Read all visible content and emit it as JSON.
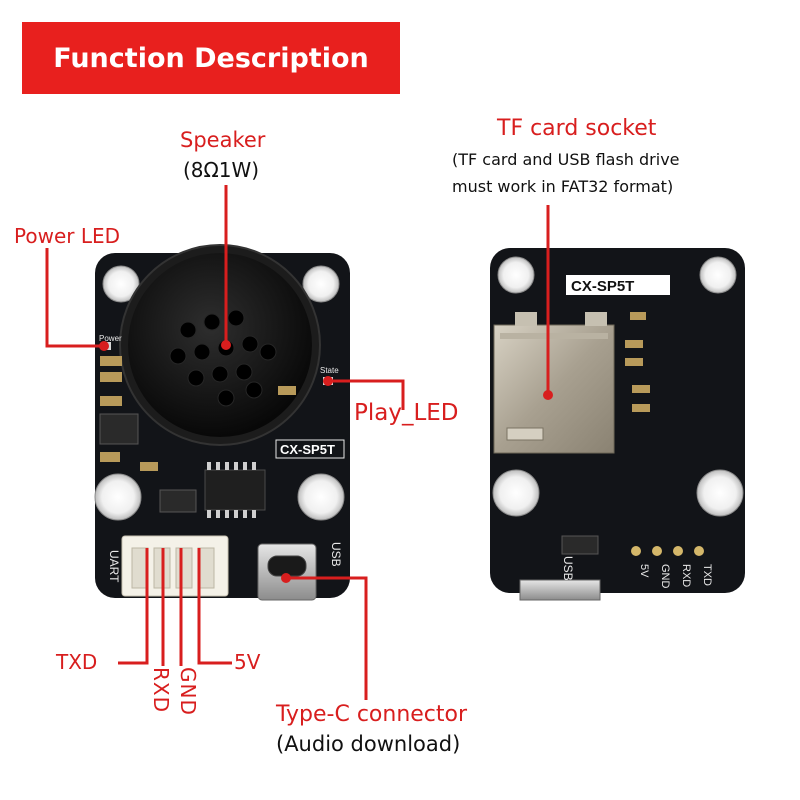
{
  "banner": {
    "title": "Function Description"
  },
  "labels": {
    "speaker": "Speaker",
    "speaker_spec": "(8Ω1W)",
    "power_led": "Power LED",
    "play_led": "Play_LED",
    "tf_socket": "TF card socket",
    "tf_note_1": "(TF card and USB flash drive",
    "tf_note_2": "must work in FAT32 format)",
    "txd": "TXD",
    "rxd": "RXD",
    "gnd": "GND",
    "v5": "5V",
    "typec": "Type-C connector",
    "typec_note": "(Audio download)"
  },
  "front_board": {
    "model": "CX-SP5T",
    "silk_power": "Power",
    "silk_state": "State",
    "silk_uart": "UART",
    "silk_usb": "USB"
  },
  "back_board": {
    "model": "CX-SP5T",
    "silk_usb": "USB",
    "pins": [
      "5V",
      "GND",
      "RXD",
      "TXD"
    ]
  },
  "colors": {
    "accent": "#e8201e",
    "pcb": "#121418",
    "callout": "#d81e1e"
  }
}
